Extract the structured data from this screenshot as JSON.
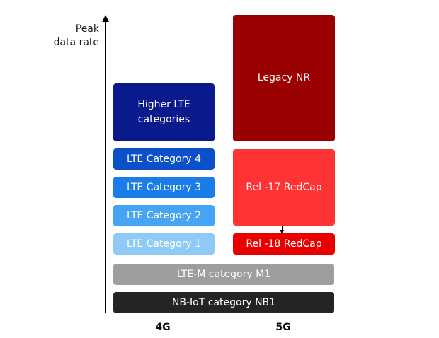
{
  "axis": {
    "label": "Peak\ndata rate"
  },
  "columns": {
    "left": "4G",
    "right": "5G"
  },
  "blocks": {
    "higher_lte": "Higher LTE\ncategories",
    "lte_cat4": "LTE Category 4",
    "lte_cat3": "LTE Category 3",
    "lte_cat2": "LTE Category 2",
    "lte_cat1": "LTE Category 1",
    "legacy_nr": "Legacy NR",
    "rel17": "Rel -17 RedCap",
    "rel18": "Rel -18 RedCap",
    "ltem": "LTE-M category M1",
    "nbiot": "NB-IoT category NB1"
  },
  "colors": {
    "higher_lte": "#0a1a8c",
    "lte_cat4": "#0b50c8",
    "lte_cat3": "#1a7ce8",
    "lte_cat2": "#47a3f3",
    "lte_cat1": "#8fcaf7",
    "legacy_nr": "#9a0000",
    "rel17": "#ff3333",
    "rel18": "#e80000",
    "ltem": "#9e9e9e",
    "nbiot": "#242424"
  }
}
